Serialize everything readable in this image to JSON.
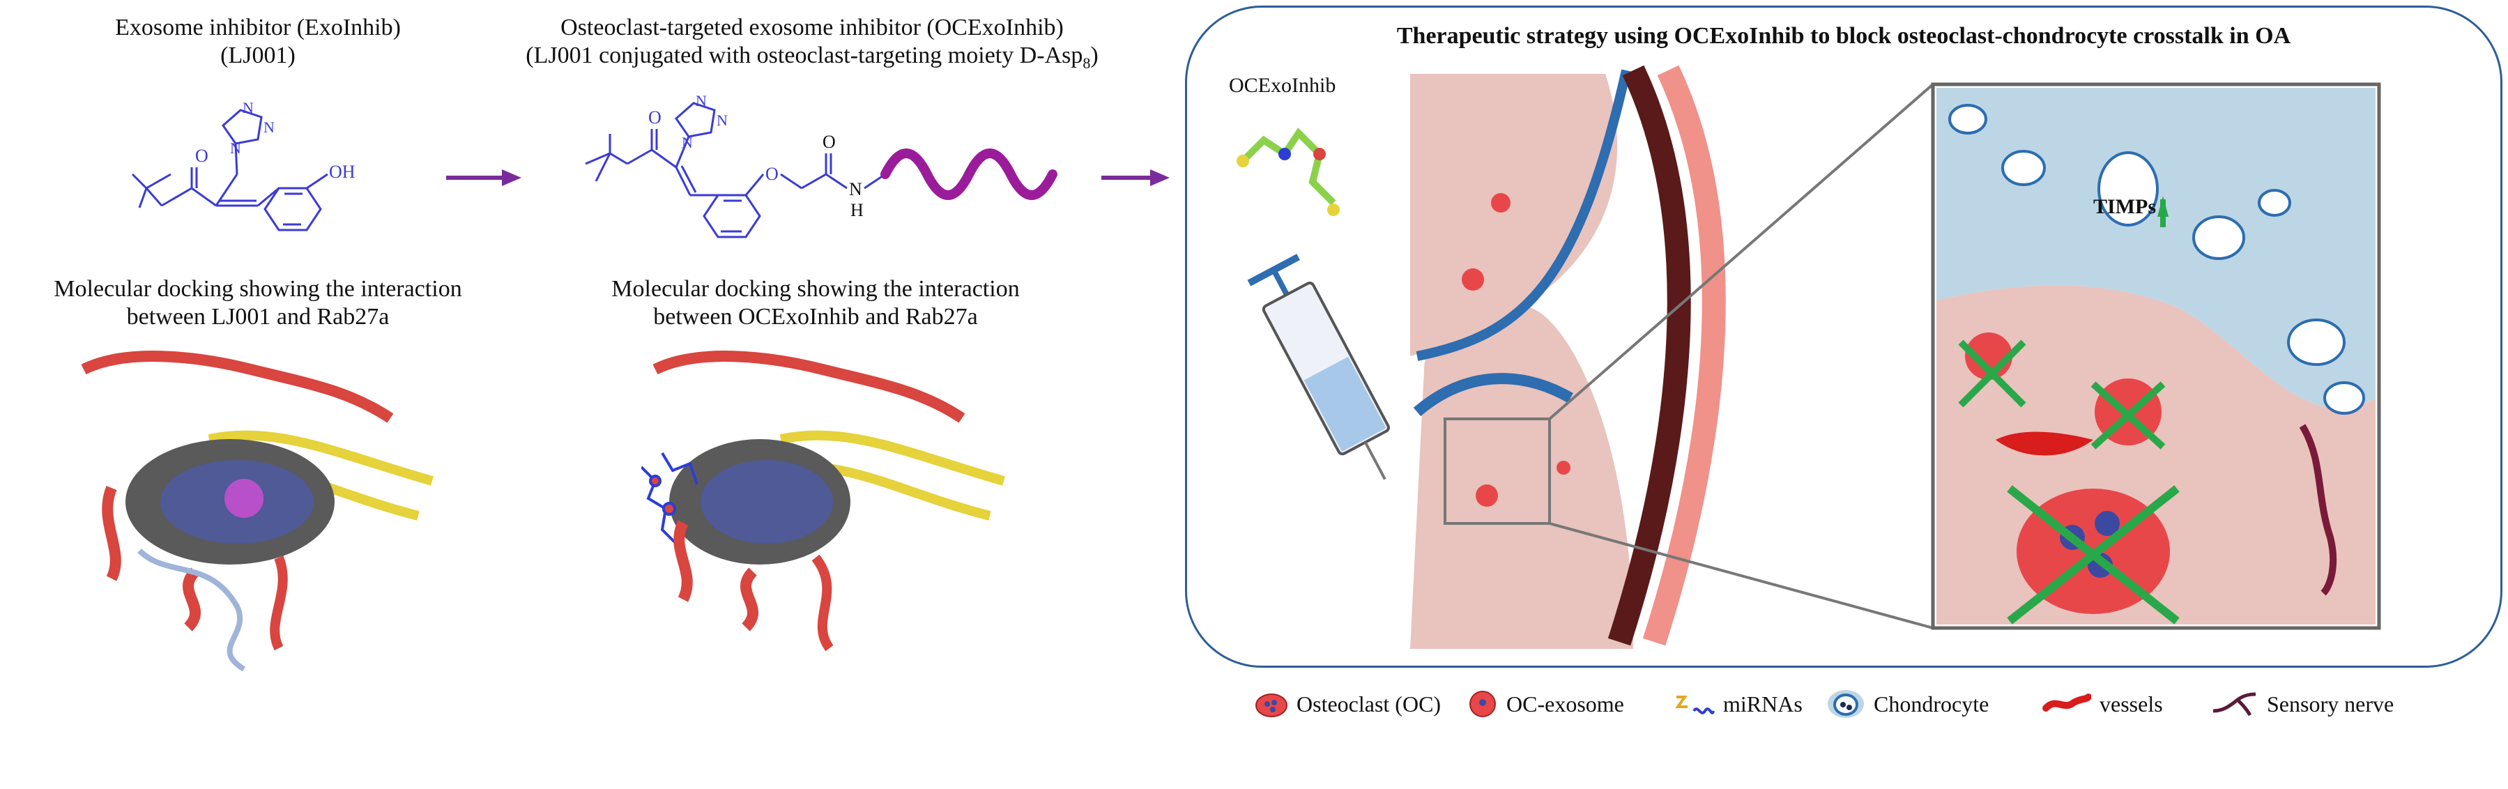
{
  "left": {
    "compound1_title": "Exosome inhibitor (ExoInhib)",
    "compound1_subtitle": "(LJ001)",
    "compound2_title": "Osteoclast-targeted exosome inhibitor (OCExoInhib)",
    "compound2_subtitle": "(LJ001 conjugated with osteoclast-targeting moiety D-Asp",
    "compound2_subscript": "8",
    "compound2_close": ")",
    "docking1_line1": "Molecular docking showing the interaction",
    "docking1_line2": "between LJ001 and Rab27a",
    "docking2_line1": "Molecular docking showing the interaction",
    "docking2_line2": "between OCExoInhib and Rab27a",
    "atoms": {
      "oh": "OH",
      "o": "O",
      "n": "N",
      "h": "H"
    }
  },
  "strategy": {
    "title": "Therapeutic strategy using OCExoInhib to block osteoclast-chondrocyte crosstalk in OA",
    "molecule_label": "OCExoInhib",
    "timps_label": "TIMPs"
  },
  "legend": [
    {
      "icon": "osteoclast-icon",
      "label": "Osteoclast (OC)"
    },
    {
      "icon": "oc-exosome-icon",
      "label": "OC-exosome"
    },
    {
      "icon": "mirna-icon",
      "label": "miRNAs"
    },
    {
      "icon": "chondrocyte-icon",
      "label": "Chondrocyte"
    },
    {
      "icon": "vessel-icon",
      "label": "vessels"
    },
    {
      "icon": "sensory-nerve-icon",
      "label": "Sensory nerve"
    }
  ],
  "colors": {
    "molecule_blue": "#3b3bd6",
    "arrow_purple": "#7a2b9b",
    "panel_border": "#2d5d9a",
    "bone_pink": "#e9c3bd",
    "cartilage_blue": "#bcd6e6",
    "cross_green": "#29a84a",
    "osteoclast_red": "#e8474a"
  }
}
